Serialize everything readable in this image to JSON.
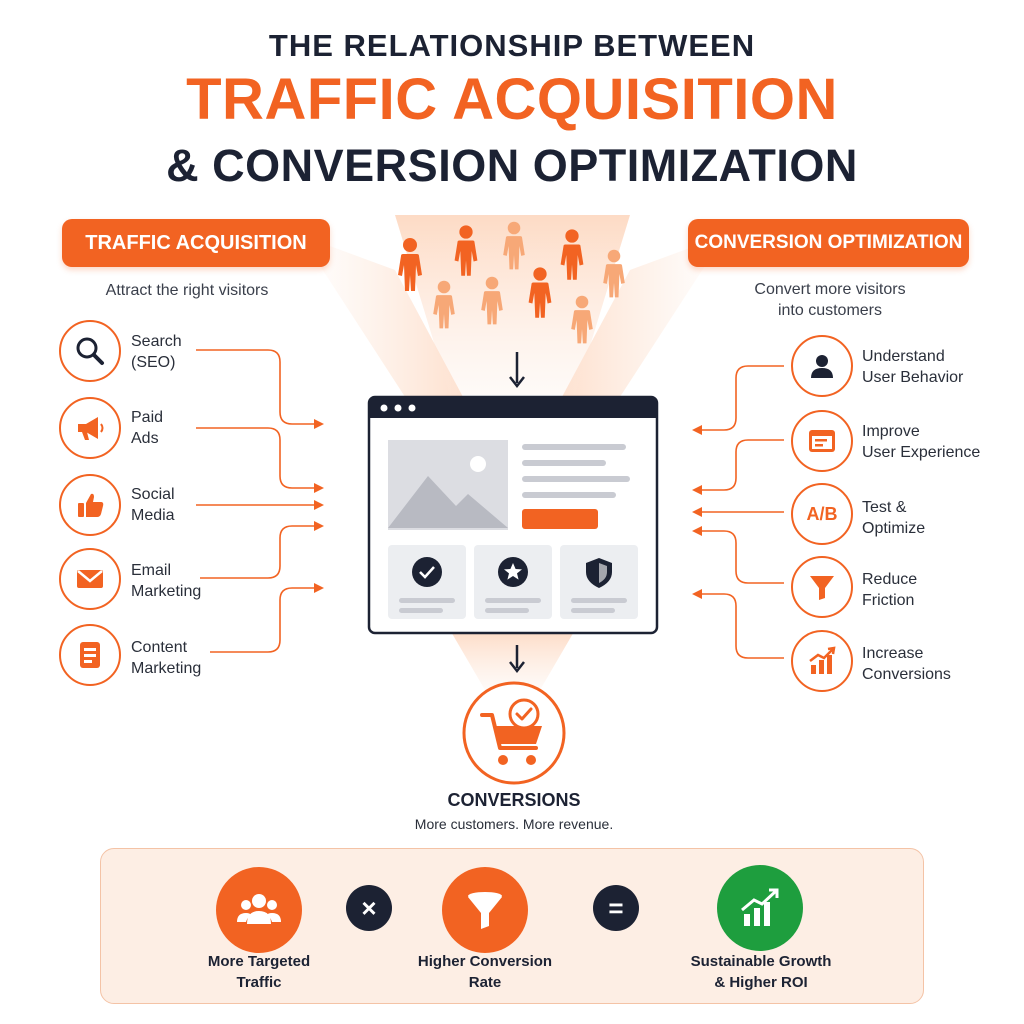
{
  "title": {
    "line1": "THE RELATIONSHIP BETWEEN",
    "line2": "TRAFFIC ACQUISITION",
    "line3": "& CONVERSION OPTIMIZATION"
  },
  "traffic": {
    "heading": "TRAFFIC ACQUISITION",
    "subtitle": "Attract the right visitors",
    "channels": [
      {
        "line1": "Search",
        "line2": "(SEO)",
        "icon": "search-icon"
      },
      {
        "line1": "Paid",
        "line2": "Ads",
        "icon": "megaphone-icon"
      },
      {
        "line1": "Social",
        "line2": "Media",
        "icon": "thumbs-up-icon"
      },
      {
        "line1": "Email",
        "line2": "Marketing",
        "icon": "envelope-icon"
      },
      {
        "line1": "Content",
        "line2": "Marketing",
        "icon": "document-icon"
      }
    ]
  },
  "conversion": {
    "heading": "CONVERSION OPTIMIZATION",
    "subtitle_line1": "Convert more visitors",
    "subtitle_line2": "into customers",
    "ab_text": "A/B",
    "tactics": [
      {
        "line1": "Understand",
        "line2": "User Behavior",
        "icon": "user-icon"
      },
      {
        "line1": "Improve",
        "line2": "User Experience",
        "icon": "browser-window-icon"
      },
      {
        "line1": "Test &",
        "line2": "Optimize",
        "icon": "ab-test-icon"
      },
      {
        "line1": "Reduce",
        "line2": "Friction",
        "icon": "funnel-icon"
      },
      {
        "line1": "Increase",
        "line2": "Conversions",
        "icon": "growth-chart-icon"
      }
    ]
  },
  "outcome": {
    "title": "CONVERSIONS",
    "subtitle": "More customers. More revenue.",
    "icon": "shopping-cart-check-icon"
  },
  "formula": {
    "multiply_symbol": "×",
    "equals_symbol": "=",
    "items": [
      {
        "line1": "More Targeted",
        "line2": "Traffic",
        "icon": "people-group-icon",
        "color": "#f26322"
      },
      {
        "line1": "Higher Conversion",
        "line2": "Rate",
        "icon": "funnel-icon",
        "color": "#f26322"
      },
      {
        "line1": "Sustainable Growth",
        "line2": "& Higher ROI",
        "icon": "growth-chart-icon",
        "color": "#1e9e3e"
      }
    ]
  },
  "colors": {
    "accent": "#f26322",
    "navy": "#1c2233",
    "green": "#1e9e3e",
    "peach": "#fdeee4",
    "figure_light": "#f7a877"
  }
}
